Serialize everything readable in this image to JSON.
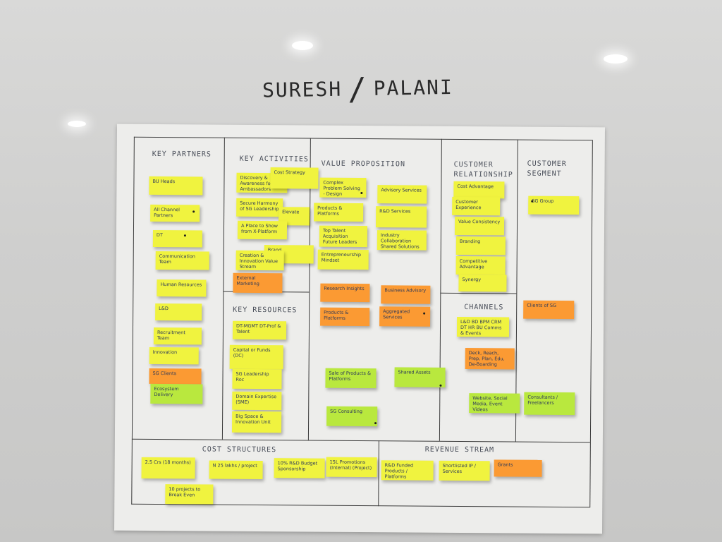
{
  "title": {
    "left": "SURESH",
    "right": "PALANI"
  },
  "sections": {
    "key_partners": "KEY PARTNERS",
    "key_activities": "KEY ACTIVITIES",
    "value_proposition": "VALUE PROPOSITION",
    "customer_relationship_1": "CUSTOMER",
    "customer_relationship_2": "RELATIONSHIP",
    "customer_segment_1": "CUSTOMER",
    "customer_segment_2": "SEGMENT",
    "key_resources": "KEY RESOURCES",
    "channels": "CHANNELS",
    "cost_structures": "COST STRUCTURES",
    "revenue_stream": "REVENUE STREAM"
  },
  "colors": {
    "yellow": "#f0f33f",
    "green": "#b9e83e",
    "orange": "#fb9a33",
    "paper": "#ededeb",
    "ink": "#2e3a5a"
  },
  "notes": {
    "kp1": "BU Heads",
    "kp2": "All Channel Partners",
    "kp3": "DT",
    "kp4": "Communication Team",
    "kp5": "Human Resources",
    "kp6": "L&D",
    "kp7": "Recruitment Team",
    "kp8": "Innovation",
    "kp9": "SG Clients",
    "kp10": "Ecosystem Delivery",
    "ka1": "Discovery & Awareness for SG Ambassadors",
    "ka2": "Cost Strategy",
    "ka3": "Secure Harmony of SG Leadership",
    "ka4": "Elevate",
    "ka5": "A Place to Show from X-Platform",
    "ka6": "Brand",
    "ka7": "Creation & Innovation Value Stream",
    "ka8": "External Marketing",
    "kr1": "DT-MGMT DT-Prof & Talent",
    "kr2": "Capital or Funds (DC)",
    "kr3": "SG Leadership Roc",
    "kr4": "Domain Expertise (SME)",
    "kr5": "Big Space & Innovation Unit",
    "vp1": "Complex Problem Solving - Design",
    "vp2": "Advisory Services",
    "vp3": "Products & Platforms",
    "vp4": "R&D Services",
    "vp5": "Top Talent Acquisition Future Leaders",
    "vp6": "Industry Collaboration Shared Solutions",
    "vp7": "Entrepreneurship Mindset",
    "vp8": "Research Insights",
    "vp9": "Business Advisory",
    "vp10": "Products & Platforms",
    "vp11": "Aggregated Services",
    "vp12": "Sale of Products & Platforms",
    "vp13": "Shared Assets",
    "vp14": "SG Consulting",
    "cr1": "Cost Advantage",
    "cr2": "Customer Experience",
    "cr3": "Value Consistency",
    "cr4": "Branding",
    "cr5": "Competitive Advantage",
    "cr6": "Synergy",
    "ch1": "L&D BD BPM CRM DT HR BU Comms & Events",
    "ch2": "Deck, Reach, Prep, Plan, Edu, De-Boarding",
    "ch3": "Website, Social Media, Event Videos",
    "cs1": "SG Group",
    "cs2": "Clients of SG",
    "cs3": "Consultants / Freelancers",
    "co1": "2.5 Crs (18 months)",
    "co2": "N 25 lakhs / project",
    "co3": "10% R&D Budget Sponsorship",
    "co4": "15L Promotions (Internal) (Project)",
    "co5": "10 projects to Break Even",
    "rv1": "R&D Funded Products / Platforms",
    "rv2": "Shortlisted IP / Services",
    "rv3": "Grants"
  }
}
